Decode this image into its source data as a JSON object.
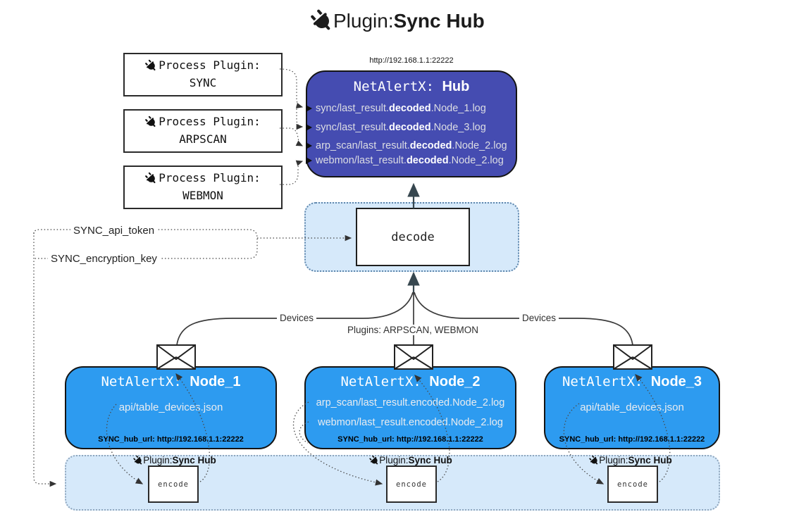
{
  "colors": {
    "hub_fill": "#454cb1",
    "node_fill": "#2d9bf0",
    "panel_fill": "#d6e9fa",
    "arrow_dark": "#37474f"
  },
  "title": {
    "prefix": "Plugin: ",
    "bold": "Sync Hub"
  },
  "process_plugins": {
    "label": "Process Plugin:",
    "items": [
      {
        "name": "SYNC"
      },
      {
        "name": "ARPSCAN"
      },
      {
        "name": "WEBMON"
      }
    ]
  },
  "hub": {
    "url": "http://192.168.1.1:22222",
    "title_prefix": "NetAlertX: ",
    "title_bold": "Hub",
    "logs": [
      {
        "prefix": "sync/last_result.",
        "bold": "decoded",
        "suffix": ".Node_1.log"
      },
      {
        "prefix": "sync/last_result.",
        "bold": "decoded",
        "suffix": ".Node_3.log"
      },
      {
        "prefix": "arp_scan/last_result.",
        "bold": "decoded",
        "suffix": ".Node_2.log"
      },
      {
        "prefix": "webmon/last_result.",
        "bold": "decoded",
        "suffix": ".Node_2.log"
      }
    ]
  },
  "decode_panel": {
    "box_label": "decode"
  },
  "config": {
    "api_token_label": "SYNC_api_token",
    "encryption_key_label": "SYNC_encryption_key"
  },
  "edge_labels": {
    "devices_left": "Devices",
    "plugins_middle": "Plugins: ARPSCAN, WEBMON",
    "devices_right": "Devices"
  },
  "nodes": [
    {
      "title_prefix": "NetAlertX: ",
      "title_bold": "Node_1",
      "lines": [
        "api/table_devices.json"
      ],
      "hub_url_label": "SYNC_hub_url: http://192.168.1.1:22222"
    },
    {
      "title_prefix": "NetAlertX: ",
      "title_bold": "Node_2",
      "lines": [
        "arp_scan/last_result.encoded.Node_2.log",
        "webmon/last_result.encoded.Node_2.log"
      ],
      "hub_url_label": "SYNC_hub_url: http://192.168.1.1:22222"
    },
    {
      "title_prefix": "NetAlertX: ",
      "title_bold": "Node_3",
      "lines": [
        "api/table_devices.json"
      ],
      "hub_url_label": "SYNC_hub_url: http://192.168.1.1:22222"
    }
  ],
  "encode_panel": {
    "plugin_prefix": "Plugin: ",
    "plugin_bold": "Sync Hub",
    "box_label": "encode"
  }
}
